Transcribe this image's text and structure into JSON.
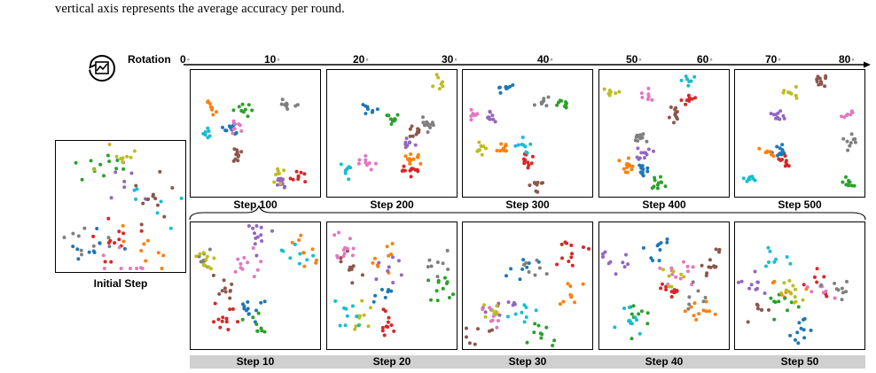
{
  "caption_tail": "vertical axis represents the average accuracy per round.",
  "rotation_label": "Rotation",
  "rotation_icon": "chart-rotate-icon",
  "ticks": [
    {
      "num": "0",
      "deg": "◦"
    },
    {
      "num": "10",
      "deg": "◦"
    },
    {
      "num": "20",
      "deg": "◦"
    },
    {
      "num": "30",
      "deg": "◦"
    },
    {
      "num": "40",
      "deg": "◦"
    },
    {
      "num": "50",
      "deg": "◦"
    },
    {
      "num": "60",
      "deg": "◦"
    },
    {
      "num": "70",
      "deg": "◦"
    },
    {
      "num": "80",
      "deg": "◦"
    }
  ],
  "initial_label": "Initial Step",
  "top_panels": [
    "Step 100",
    "Step 200",
    "Step 300",
    "Step 400",
    "Step 500"
  ],
  "bottom_panels": [
    "Step 10",
    "Step 20",
    "Step 30",
    "Step 40",
    "Step 50"
  ],
  "colors": [
    "#1f77b4",
    "#ff7f0e",
    "#2ca02c",
    "#d62728",
    "#9467bd",
    "#8c564b",
    "#e377c2",
    "#7f7f7f",
    "#bcbd22",
    "#17becf"
  ]
}
